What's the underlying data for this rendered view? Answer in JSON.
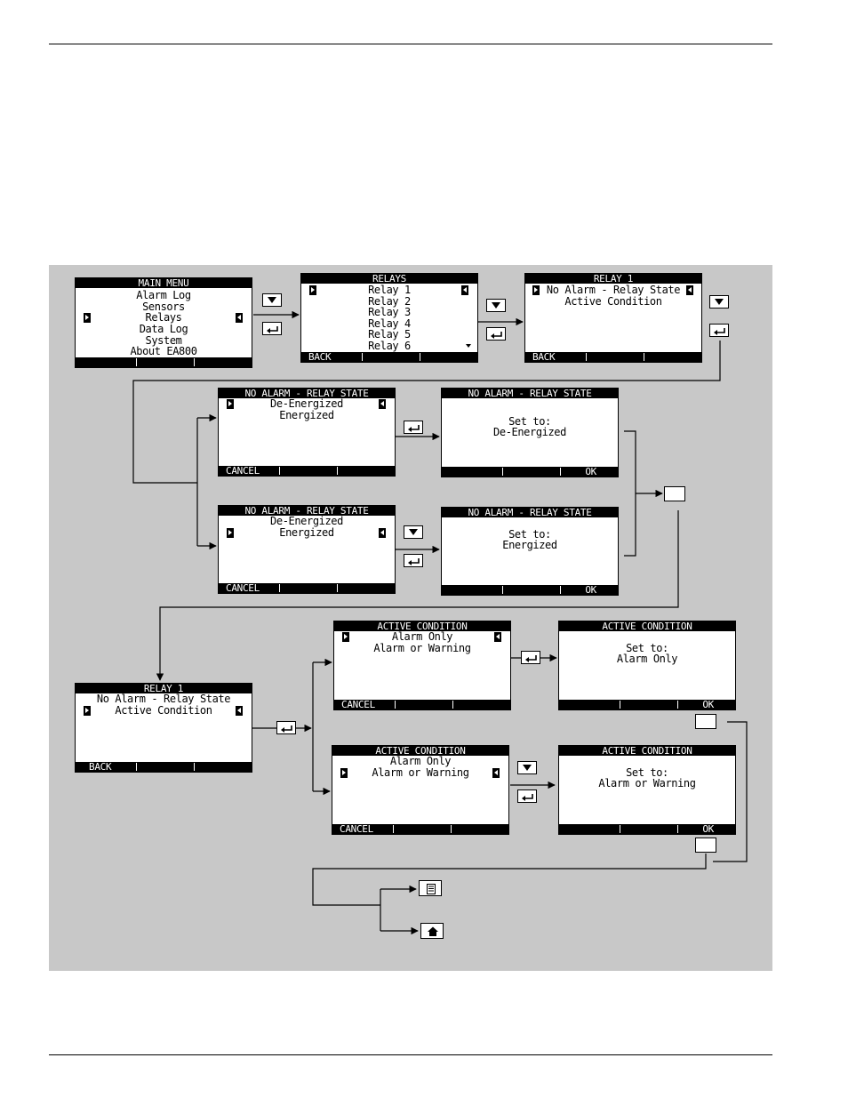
{
  "main_menu": {
    "title": "MAIN MENU",
    "items": [
      "Alarm Log",
      "Sensors",
      "Relays",
      "Data Log",
      "System",
      "About EA800"
    ]
  },
  "relays": {
    "title": "RELAYS",
    "items": [
      "Relay 1",
      "Relay 2",
      "Relay 3",
      "Relay 4",
      "Relay 5",
      "Relay 6"
    ],
    "softkey_left": "BACK"
  },
  "relay1_top": {
    "title": "RELAY 1",
    "items": [
      "No Alarm - Relay State",
      "Active Condition"
    ],
    "softkey_left": "BACK"
  },
  "nars_select_deenergized": {
    "title": "NO ALARM - RELAY STATE",
    "items": [
      "De-Energized",
      "Energized"
    ],
    "softkey_left": "CANCEL"
  },
  "nars_confirm_deenergized": {
    "title": "NO ALARM - RELAY STATE",
    "items": [
      "Set to:",
      "De-Energized"
    ],
    "softkey_right": "OK"
  },
  "nars_select_energized": {
    "title": "NO ALARM - RELAY STATE",
    "items": [
      "De-Energized",
      "Energized"
    ],
    "softkey_left": "CANCEL"
  },
  "nars_confirm_energized": {
    "title": "NO ALARM - RELAY STATE",
    "items": [
      "Set to:",
      "Energized"
    ],
    "softkey_right": "OK"
  },
  "relay1_bottom": {
    "title": "RELAY 1",
    "items": [
      "No Alarm - Relay State",
      "Active Condition"
    ],
    "softkey_left": "BACK"
  },
  "ac_select_alarm_only": {
    "title": "ACTIVE CONDITION",
    "items": [
      "Alarm Only",
      "Alarm or Warning"
    ],
    "softkey_left": "CANCEL"
  },
  "ac_confirm_alarm_only": {
    "title": "ACTIVE CONDITION",
    "items": [
      "Set to:",
      "Alarm Only"
    ],
    "softkey_right": "OK"
  },
  "ac_select_alarm_or_warning": {
    "title": "ACTIVE CONDITION",
    "items": [
      "Alarm Only",
      "Alarm or Warning"
    ],
    "softkey_left": "CANCEL"
  },
  "ac_confirm_alarm_or_warning": {
    "title": "ACTIVE CONDITION",
    "items": [
      "Set to:",
      "Alarm or Warning"
    ],
    "softkey_right": "OK"
  },
  "keys": {
    "down": "down-arrow-key",
    "enter": "enter-key",
    "blank": "blank-key",
    "menu": "menu-key",
    "home": "home-key"
  },
  "colors": {
    "panel": "#c8c8c8",
    "lcd_bg": "#ffffff",
    "lcd_ink": "#000000"
  }
}
